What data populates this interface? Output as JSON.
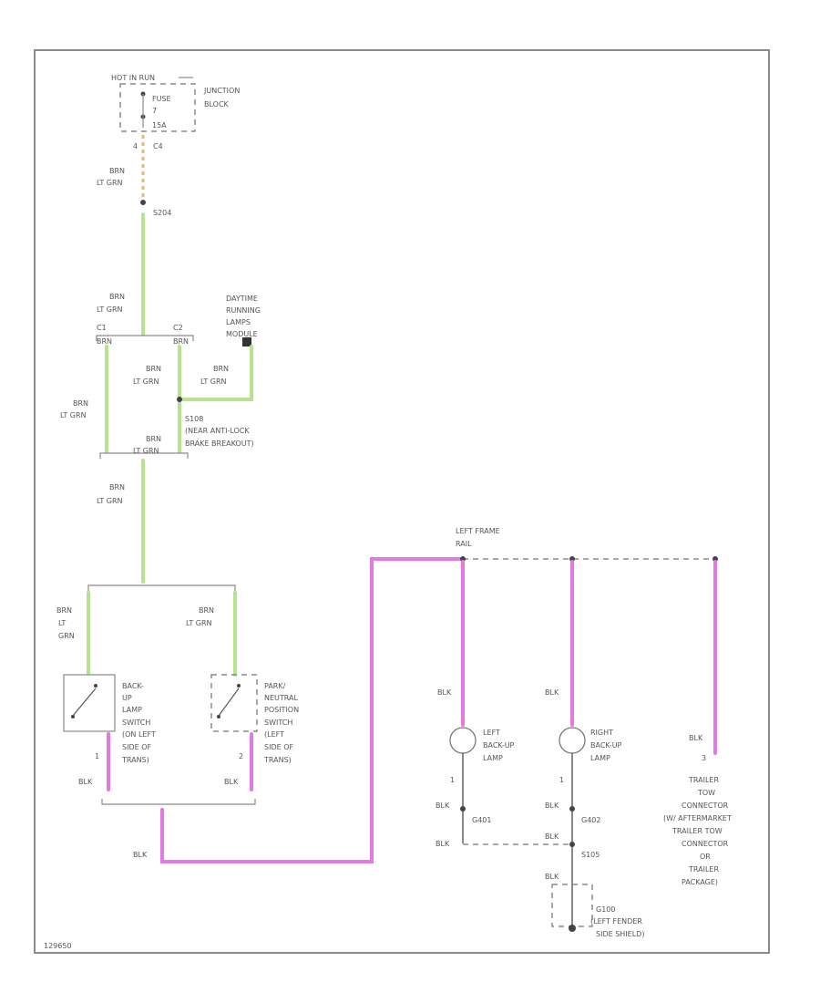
{
  "power": {
    "hot_label": "HOT IN RUN",
    "fuse_label": "FUSE",
    "fuse_number": "7",
    "fuse_amps": "15A",
    "junction_block_line1": "JUNCTION",
    "junction_block_line2": "BLOCK",
    "pin_c4": "C4",
    "pin_4": "4",
    "splice_main": "S204"
  },
  "wires": {
    "brn": "BRN",
    "lt_grn": "LT GRN",
    "blk": "BLK",
    "c1": "C1",
    "c2": "C2"
  },
  "drl": {
    "line1": "DAYTIME",
    "line2": "RUNNING",
    "line3": "LAMPS",
    "line4": "MODULE"
  },
  "splice_brake": {
    "id": "S108",
    "line1": "(NEAR ANTI-LOCK",
    "line2": "BRAKE BREAKOUT)"
  },
  "backup_switch": {
    "line1": "BACK-",
    "line2": "UP",
    "line3": "LAMP",
    "line4": "SWITCH",
    "line5": "(ON LEFT",
    "line6": "SIDE OF",
    "line7": "TRANS)"
  },
  "pn_switch": {
    "line1": "PARK/",
    "line2": "NEUTRAL",
    "line3": "POSITION",
    "line4": "SWITCH",
    "line5": "(LEFT",
    "line6": "SIDE OF",
    "line7": "TRANS)"
  },
  "frame_rail": {
    "line1": "LEFT FRAME",
    "line2": "RAIL"
  },
  "left_lamp": {
    "line1": "LEFT",
    "line2": "BACK-UP",
    "line3": "LAMP"
  },
  "right_lamp": {
    "line1": "RIGHT",
    "line2": "BACK-UP",
    "line3": "LAMP"
  },
  "trailer": {
    "line1": "TRAILER",
    "line2": "TOW",
    "line3": "CONNECTOR",
    "line4": "(W/ AFTERMARKET",
    "line5": "TRAILER TOW",
    "line6": "CONNECTOR",
    "line7": "OR",
    "line8": "TRAILER",
    "line9": "PACKAGE)"
  },
  "grounds": {
    "g401": "G401",
    "g402": "G402",
    "s105": "S105",
    "g100_id": "G100",
    "g100_line1": "(LEFT FENDER",
    "g100_line2": "SIDE SHIELD)"
  },
  "pins": {
    "p1": "1",
    "p2": "2",
    "p3": "3"
  },
  "footer_code": "129650",
  "colors": {
    "green_wire": "#b7e38f",
    "pink_wire": "#e27ae4",
    "orange_wire": "#e8b87a",
    "frame": "#8a8a8a"
  }
}
